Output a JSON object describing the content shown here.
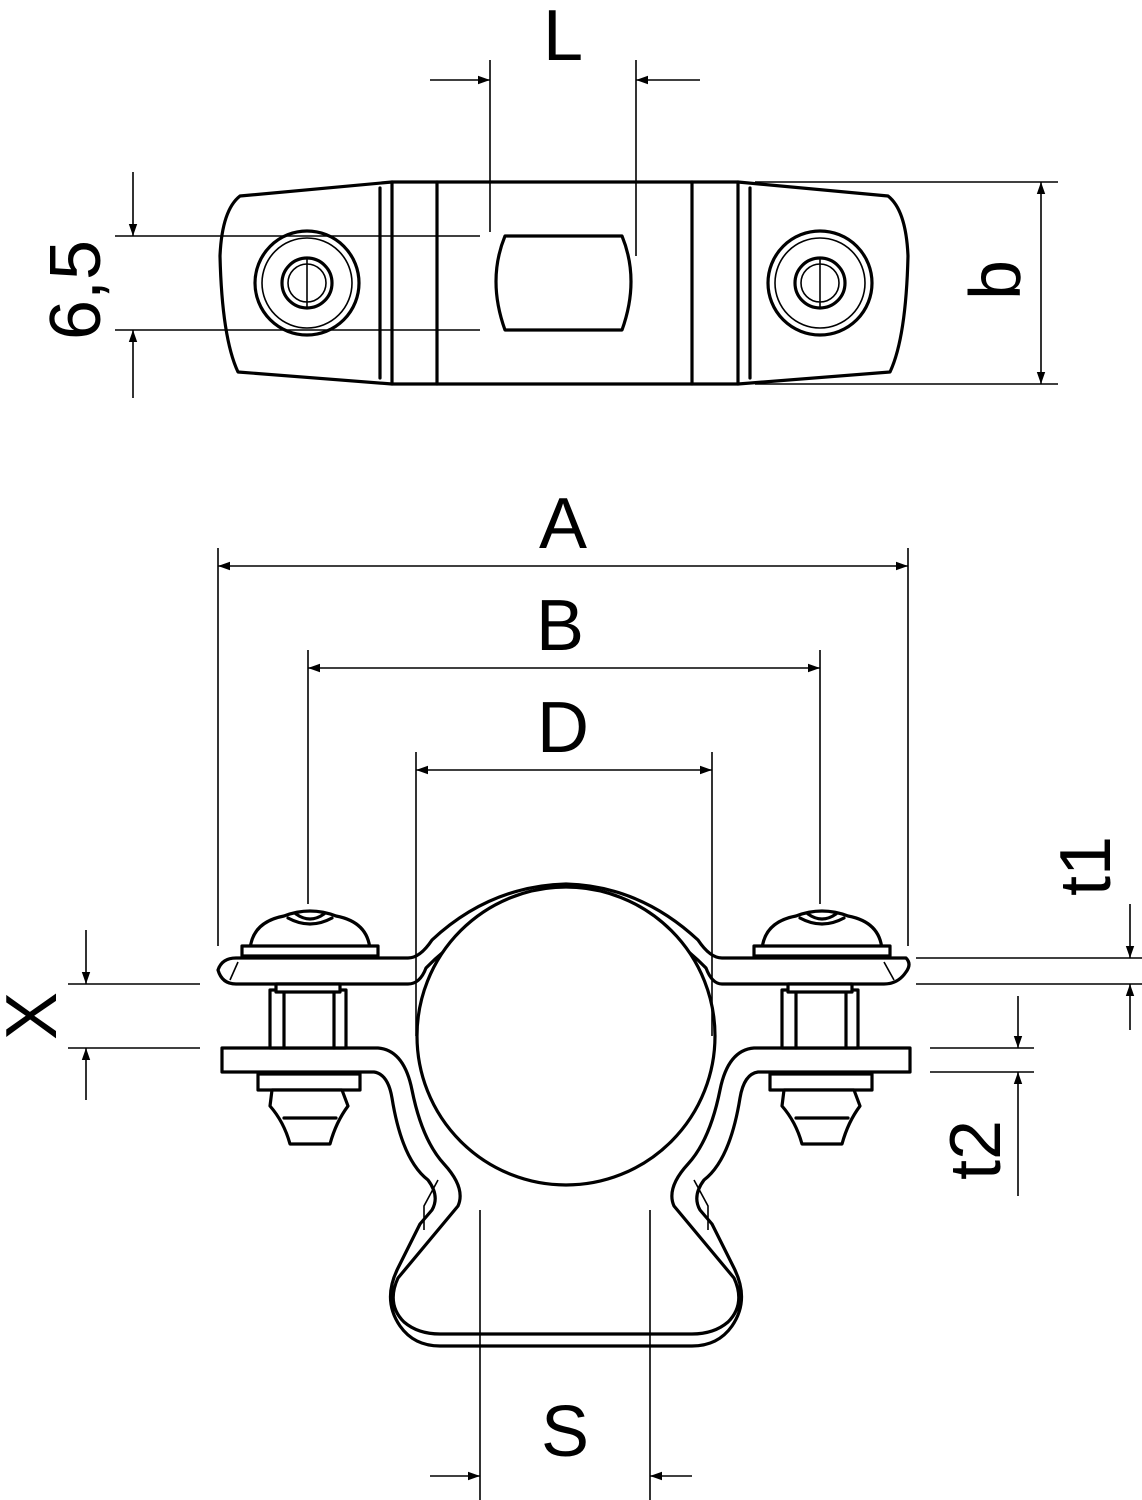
{
  "labels": {
    "L": "L",
    "b": "b",
    "dim_6_5": "6,5",
    "A": "A",
    "B": "B",
    "D": "D",
    "t1": "t1",
    "t2": "t2",
    "X": "X",
    "S": "S"
  }
}
